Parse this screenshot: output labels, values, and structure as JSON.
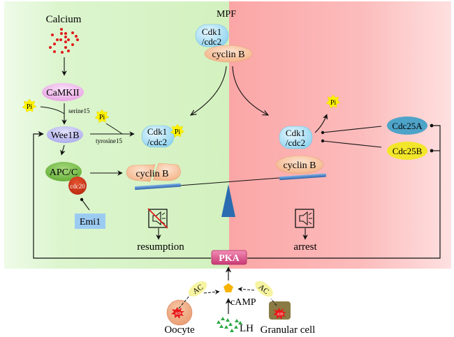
{
  "regions": {
    "left_label": "resumption",
    "right_label": "arrest",
    "left_color": "#d6f2c2",
    "right_color": "#fba8a8"
  },
  "nodes": {
    "calcium": "Calcium",
    "camkii": "CaMKII",
    "serine15": "serine15",
    "tyrosine15": "tyrosine15",
    "wee1b": "Wee1B",
    "apcc": "APC/C",
    "cdc20": "cdc20",
    "emi1": "Emi1",
    "mpf": "MPF",
    "mpf_cdk1_line1": "Cdk1",
    "mpf_cdk1_line2": "/cdc2",
    "mpf_cyclinb": "cyclin B",
    "left_cdk1_line1": "Cdk1",
    "left_cdk1_line2": "/cdc2",
    "left_cyclinb": "cyclin B",
    "right_cdk1_line1": "Cdk1",
    "right_cdk1_line2": "/cdc2",
    "right_cyclinb": "cyclin B",
    "cdc25a": "Cdc25A",
    "cdc25b": "Cdc25B",
    "pi": "Pi",
    "pka": "PKA",
    "camp": "cAMP",
    "ac": "AC",
    "atp": "ATP",
    "lh": "LH",
    "oocyte": "Oocyte",
    "granular_cell": "Granular cell"
  },
  "colors": {
    "pi_star": "#fff200",
    "camkii": "#f3b8ee",
    "wee1b": "#c2c2f3",
    "apcc": "#7cc24a",
    "cdc20": "#c8321a",
    "emi1": "#9ccbf2",
    "cdk1": "#b9e6f7",
    "cyclinb": "#f9c9a4",
    "cdc25a": "#4ea3c9",
    "cdc25b": "#f2e62a",
    "pka": "#e0528c",
    "camp": "#f7b300",
    "oocyte": "#f2b38c",
    "granular": "#8a7a43",
    "lh": "#2aa845",
    "calcium_dots": "#e01a1a",
    "seesaw_bar": "#3b78c4",
    "fulcrum": "#2b6cb0"
  }
}
